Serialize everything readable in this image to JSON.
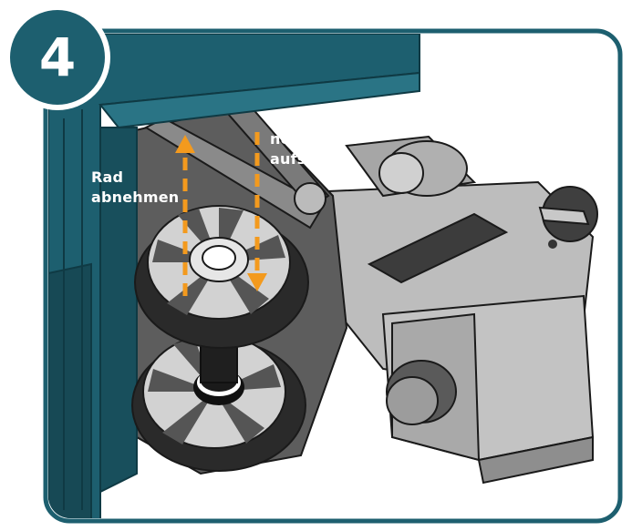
{
  "step": {
    "number": "4"
  },
  "labels": {
    "remove_line1": "Rad",
    "remove_line2": "abnehmen",
    "attach_line1": "neues Rad",
    "attach_line2": "aufsetzen"
  },
  "colors": {
    "frame": "#1d5f6f",
    "accent_arrow": "#f39a1e",
    "body_gray": "#b9b9b9",
    "dark_gray": "#555555",
    "tire": "#2a2a2a",
    "outline": "#1a1a1a"
  },
  "icons": {
    "up_arrow": "arrow-up-dashed",
    "down_arrow": "arrow-down-dashed"
  }
}
